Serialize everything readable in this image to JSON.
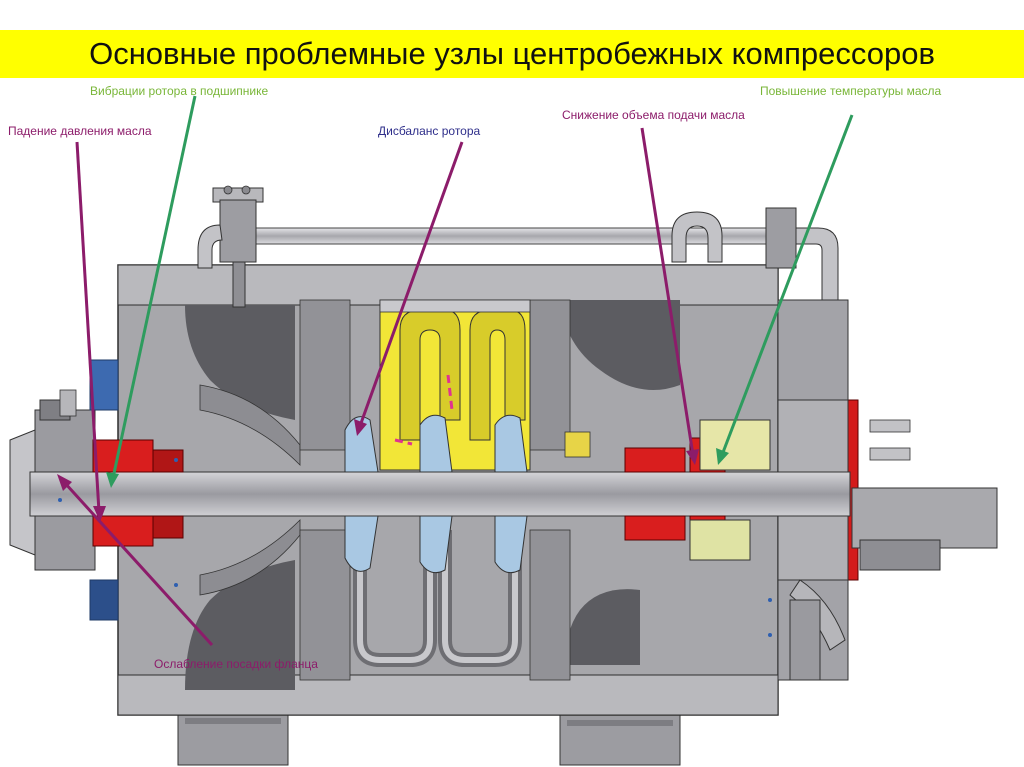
{
  "title": "Основные проблемные узлы центробежных компрессоров",
  "labels": {
    "rotor_vibration": "Вибрации ротора в подшипнике",
    "oil_pressure_drop": "Падение давления масла",
    "rotor_imbalance": "Дисбаланс ротора",
    "oil_supply_reduction": "Снижение объема подачи масла",
    "oil_temperature_rise": "Повышение температуры масла",
    "flange_fit_loosening": "Ослабление посадки фланца"
  },
  "colors": {
    "title_background": "#ffff00",
    "casing": "#a9a9ad",
    "casing_dark": "#5b5b60",
    "impeller": "#f2e637",
    "bearing_seal": "#d91e1e",
    "diffuser_blue": "#a9c8e3",
    "arrow_green": "#2e9c5e",
    "arrow_purple": "#8c1c6a"
  },
  "icons": [
    "compressor-cross-section"
  ]
}
